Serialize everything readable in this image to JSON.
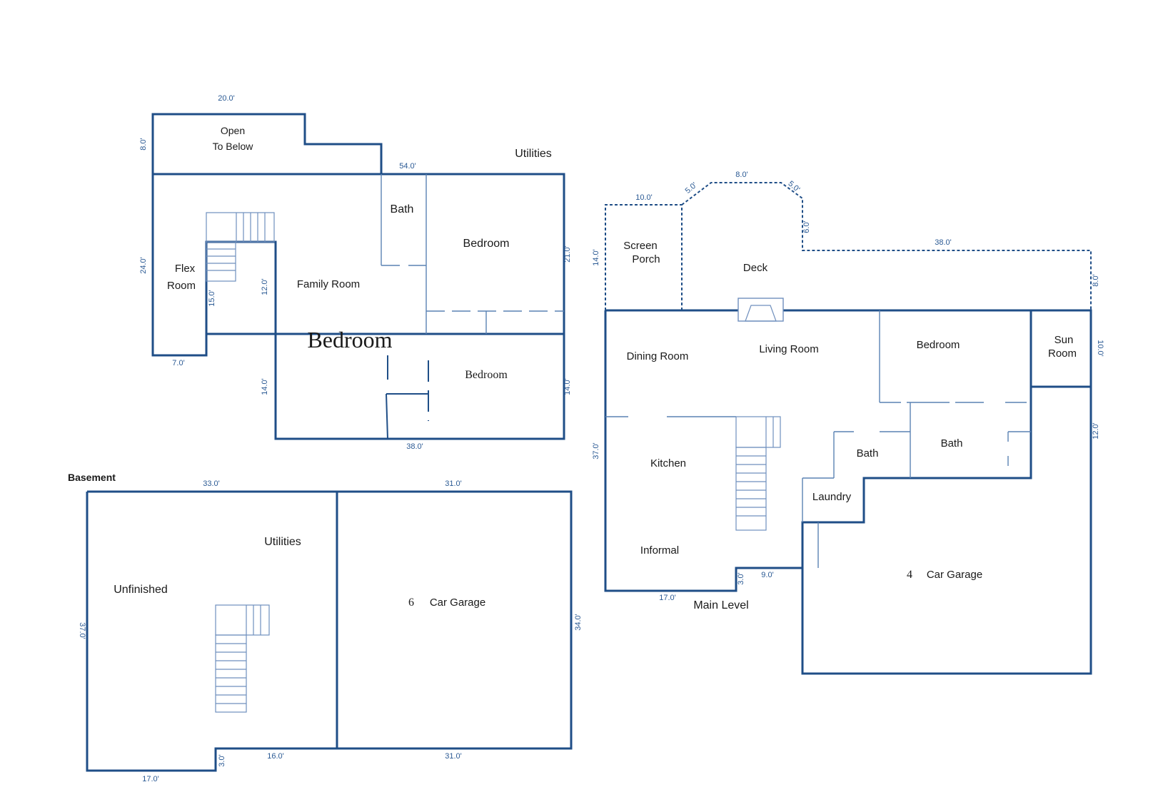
{
  "upper": {
    "rooms": {
      "open_to_below_1": "Open",
      "open_to_below_2": "To Below",
      "utilities": "Utilities",
      "bath": "Bath",
      "bedroom": "Bedroom",
      "flex_1": "Flex",
      "flex_2": "Room",
      "family_room": "Family Room",
      "bedroom_large": "Bedroom",
      "bedroom_small": "Bedroom"
    },
    "dims": {
      "top": "20.0'",
      "open_side": "8.0'",
      "mid_top": "54.0'",
      "left": "24.0'",
      "right": "21.0'",
      "stair_15": "15.0'",
      "stair_12": "12.0'",
      "bottom_left": "7.0'",
      "low_left": "14.0'",
      "low_right": "14.0'",
      "bottom": "38.0'"
    }
  },
  "basement": {
    "title": "Basement",
    "rooms": {
      "utilities": "Utilities",
      "unfinished": "Unfinished",
      "garage_num": "6",
      "garage": "Car Garage"
    },
    "dims": {
      "top_left": "33.0'",
      "top_right": "31.0'",
      "left": "37.0'",
      "right": "34.0'",
      "bottom_step": "3.0'",
      "bottom_16": "16.0'",
      "bottom_right": "31.0'",
      "bottom_left": "17.0'"
    }
  },
  "main": {
    "title": "Main Level",
    "rooms": {
      "screen_1": "Screen",
      "screen_2": "Porch",
      "deck": "Deck",
      "dining": "Dining Room",
      "living": "Living Room",
      "bedroom": "Bedroom",
      "sun_1": "Sun",
      "sun_2": "Room",
      "kitchen": "Kitchen",
      "bath_1": "Bath",
      "bath_2": "Bath",
      "laundry": "Laundry",
      "informal": "Informal",
      "garage_num": "4",
      "garage": "Car Garage"
    },
    "dims": {
      "porch_top": "10.0'",
      "deck_diag_left": "5.0'",
      "deck_top": "8.0'",
      "deck_diag_right": "5.0'",
      "deck_side": "6.0'",
      "deck_long": "38.0'",
      "porch_side": "14.0'",
      "deck_right": "8.0'",
      "sun_side": "10.0'",
      "garage_side": "12.0'",
      "left": "37.0'",
      "step": "3.0'",
      "step_run": "9.0'",
      "bottom_left": "17.0'"
    }
  }
}
